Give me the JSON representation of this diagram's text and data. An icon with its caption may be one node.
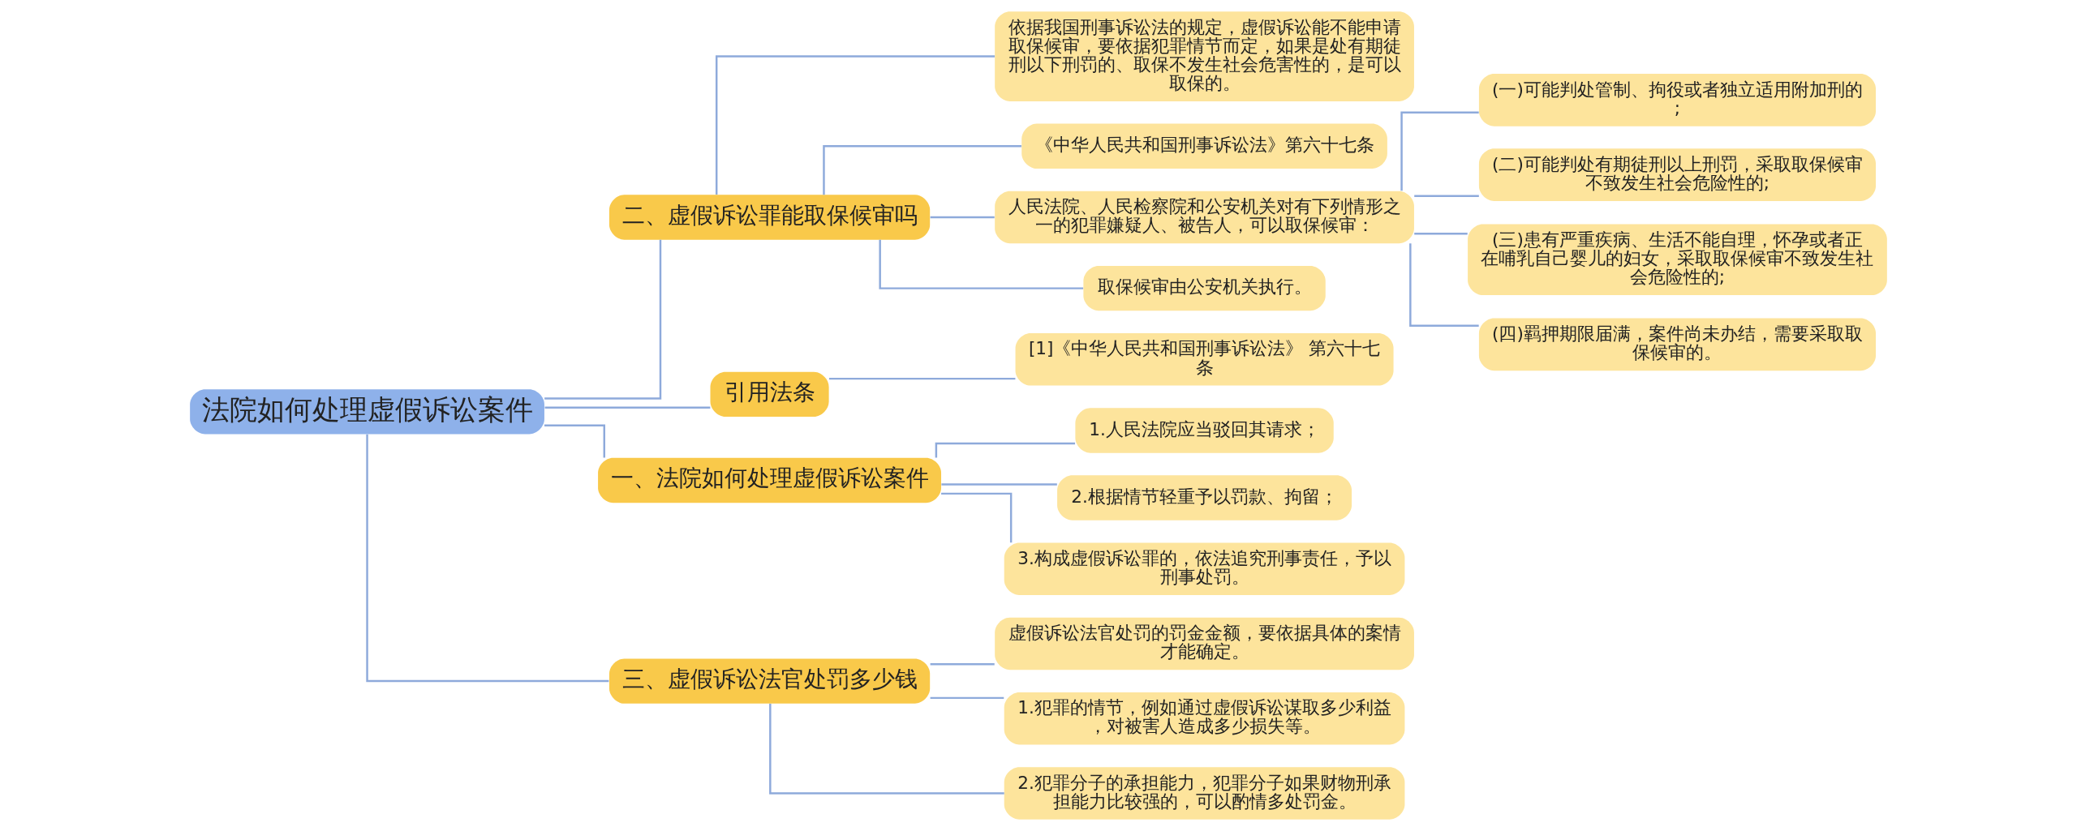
{
  "diagram": {
    "nodes": [
      {
        "text": [
          "法院如何处理虚假诉讼案件"
        ]
      },
      {
        "text": [
          "二、虚假诉讼罪能取保候审吗"
        ]
      },
      {
        "text": [
          "依据我国刑事诉讼法的规定，虚假诉讼能不能申请取保候审，要依据犯罪情节而定，如果是处有期徒刑以下刑罚的、取保不发生社会危害性的，是可以取保的。"
        ]
      },
      {
        "text": [
          "《中华人民共和国刑事诉讼法》第六十七条"
        ]
      },
      {
        "text": [
          "人民法院、人民检察院和公安机关对有下列情形之一的犯罪嫌疑人、被告人，可以取保候审："
        ]
      },
      {
        "text": [
          "(一)可能判处管制、拘役或者独立适用附加刑的;"
        ]
      },
      {
        "text": [
          "(二)可能判处有期徒刑以上刑罚，采取取保候审不致发生社会危险性的;"
        ]
      },
      {
        "text": [
          "(三)患有严重疾病、生活不能自理，怀孕或者正在哺乳自己婴儿的妇女，采取取保候审不致发生社会危险性的;"
        ]
      },
      {
        "text": [
          "(四)羁押期限届满，案件尚未办结，需要采取取保候审的。"
        ]
      },
      {
        "text": [
          "取保候审由公安机关执行。"
        ]
      },
      {
        "text": [
          "引用法条"
        ]
      },
      {
        "text": [
          "[1]《中华人民共和国刑事诉讼法》 第六十七条"
        ]
      },
      {
        "text": [
          "一、法院如何处理虚假诉讼案件"
        ]
      },
      {
        "text": [
          "1.人民法院应当驳回其请求；"
        ]
      },
      {
        "text": [
          "2.根据情节轻重予以罚款、拘留；"
        ]
      },
      {
        "text": [
          "3.构成虚假诉讼罪的，依法追究刑事责任，予以刑事处罚。"
        ]
      },
      {
        "text": [
          "三、虚假诉讼法官处罚多少钱"
        ]
      },
      {
        "text": [
          "虚假诉讼法官处罚的罚金金额，要依据具体的案情才能确定。"
        ]
      },
      {
        "text": [
          "1.犯罪的情节，例如通过虚假诉讼谋取多少利益，对被害人造成多少损失等。"
        ]
      },
      {
        "text": [
          "2.犯罪分子的承担能力，犯罪分子如果财物刑承担能力比较强的，可以酌情多处罚金。"
        ]
      }
    ],
    "edges": [
      {
        "from": 0,
        "to": 1,
        "arrow": "none"
      },
      {
        "from": 1,
        "to": 2,
        "arrow": "none"
      },
      {
        "from": 1,
        "to": 3,
        "arrow": "none"
      },
      {
        "from": 1,
        "to": 4,
        "arrow": "none"
      },
      {
        "from": 4,
        "to": 5,
        "arrow": "none"
      },
      {
        "from": 4,
        "to": 6,
        "arrow": "none"
      },
      {
        "from": 4,
        "to": 7,
        "arrow": "none"
      },
      {
        "from": 4,
        "to": 8,
        "arrow": "none"
      },
      {
        "from": 1,
        "to": 9,
        "arrow": "none"
      },
      {
        "from": 0,
        "to": 10,
        "arrow": "none"
      },
      {
        "from": 10,
        "to": 11,
        "arrow": "none"
      },
      {
        "from": 0,
        "to": 12,
        "arrow": "none"
      },
      {
        "from": 12,
        "to": 13,
        "arrow": "none"
      },
      {
        "from": 12,
        "to": 14,
        "arrow": "none"
      },
      {
        "from": 12,
        "to": 15,
        "arrow": "none"
      },
      {
        "from": 0,
        "to": 16,
        "arrow": "none"
      },
      {
        "from": 16,
        "to": 17,
        "arrow": "none"
      },
      {
        "from": 16,
        "to": 18,
        "arrow": "none"
      },
      {
        "from": 16,
        "to": 19,
        "arrow": "none"
      }
    ]
  }
}
